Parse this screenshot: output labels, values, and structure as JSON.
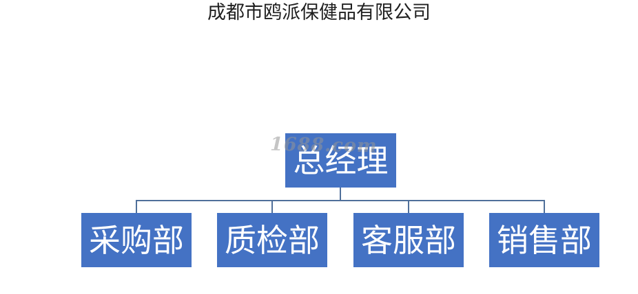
{
  "title": "成都市鸥派保健品有限公司",
  "chart_data": {
    "type": "org-chart",
    "root": {
      "label": "总经理",
      "children": [
        {
          "label": "采购部"
        },
        {
          "label": "质检部"
        },
        {
          "label": "客服部"
        },
        {
          "label": "销售部"
        }
      ]
    }
  },
  "watermark": "1688.com",
  "colors": {
    "box_fill": "#4472c4",
    "box_text": "#ffffff",
    "connector": "#4f6f9a",
    "title_text": "#1f1f1f"
  }
}
